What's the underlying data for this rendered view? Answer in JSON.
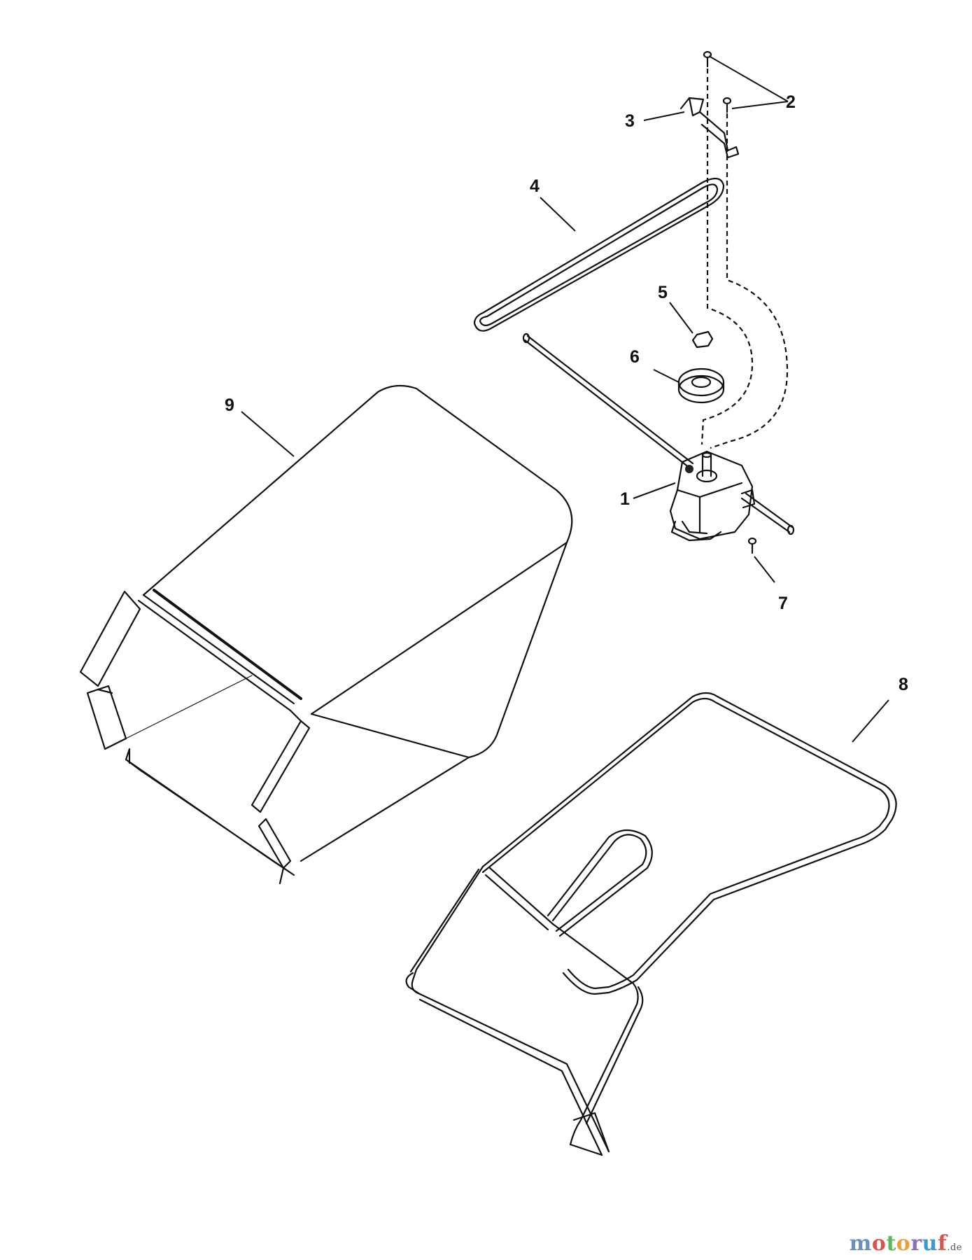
{
  "callouts": {
    "c1": "1",
    "c2": "2",
    "c3": "3",
    "c4": "4",
    "c5": "5",
    "c6": "6",
    "c7": "7",
    "c8": "8",
    "c9": "9"
  },
  "watermark": {
    "text": "motoruf",
    "suffix": ".de",
    "colors": [
      "#6a8fc8",
      "#d9534f",
      "#5cb85c",
      "#e6a23c",
      "#8e6cc2",
      "#3a9ad9",
      "#d9534f"
    ]
  }
}
